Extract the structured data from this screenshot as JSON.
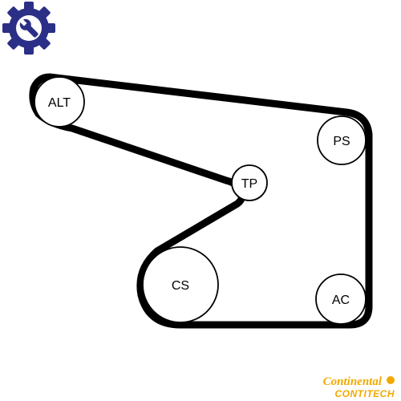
{
  "logo": {
    "icon": "gear-wrench-icon",
    "color": "#2b2f86"
  },
  "diagram": {
    "pulleys": {
      "alt": "ALT",
      "ps": "PS",
      "tp": "TP",
      "cs": "CS",
      "ac": "AC"
    },
    "belt_color": "#000000"
  },
  "brand": {
    "line1": "Continental",
    "line2": "CONTITECH",
    "color": "#f2a900"
  }
}
